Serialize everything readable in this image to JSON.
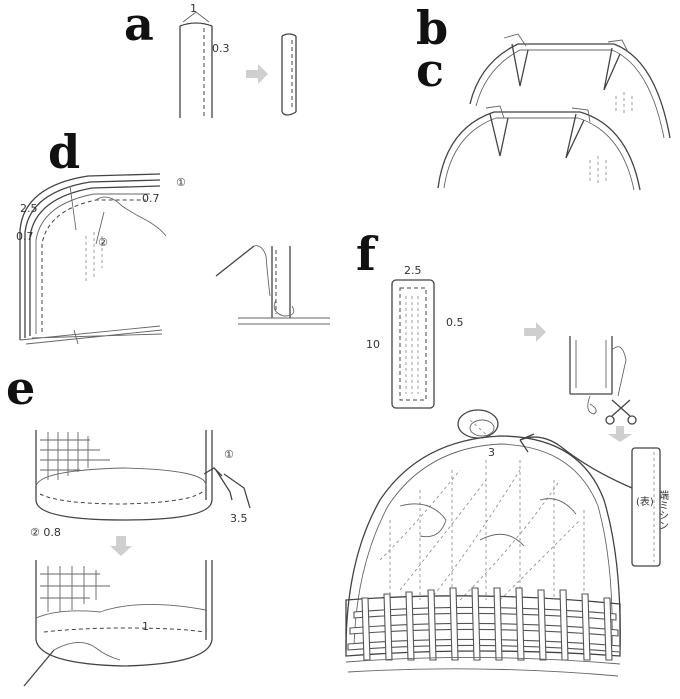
{
  "steps": {
    "a": {
      "letter": "a",
      "labels": [
        "1",
        "0.3"
      ]
    },
    "b": {
      "letter": "b"
    },
    "c": {
      "letter": "c"
    },
    "d": {
      "letter": "d",
      "labels": [
        "①",
        "0.7",
        "2.5",
        "0.7",
        "②"
      ]
    },
    "e": {
      "letter": "e",
      "labels": [
        "①",
        "3.5",
        "② 0.8",
        "1"
      ]
    },
    "f": {
      "letter": "f",
      "labels": [
        "2.5",
        "0.5",
        "10",
        "3"
      ],
      "tag_front": "(表)",
      "tag_machine": "端ミシン"
    }
  }
}
